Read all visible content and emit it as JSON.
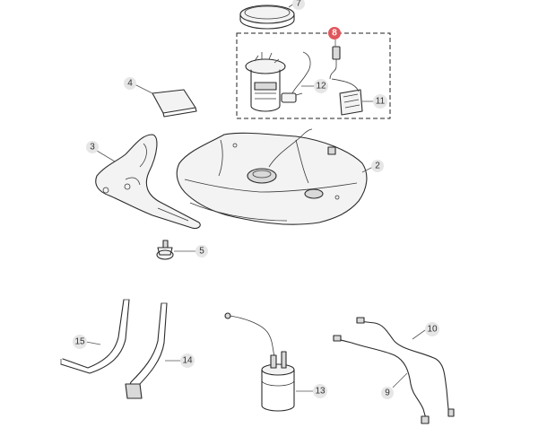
{
  "diagram": {
    "highlighted_callout": "8",
    "callouts": {
      "c2": "2",
      "c3": "3",
      "c4": "4",
      "c5": "5",
      "c7": "7",
      "c8": "8",
      "c9": "9",
      "c10": "10",
      "c11": "11",
      "c12": "12",
      "c13": "13",
      "c14": "14",
      "c15": "15"
    },
    "colors": {
      "highlight": "#e0565b",
      "callout_bubble": "#e6e6e6",
      "line": "#2b2b2b"
    }
  }
}
